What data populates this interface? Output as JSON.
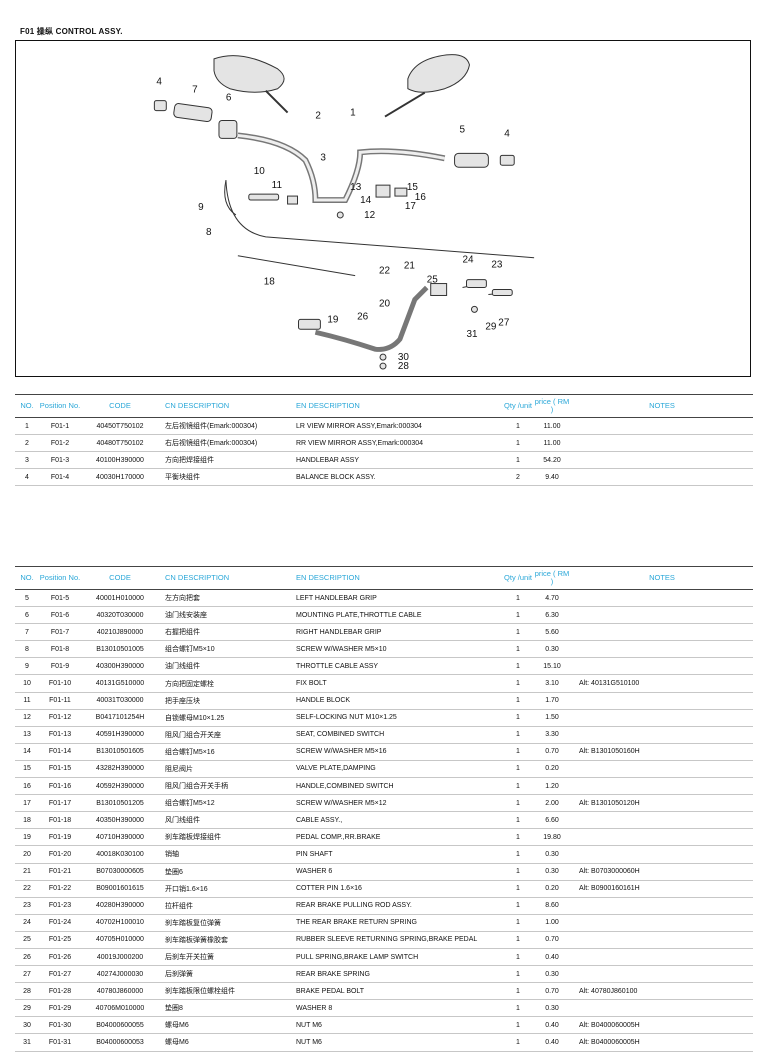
{
  "title": "F01 操纵 CONTROL ASSY.",
  "diagram_labels": [
    "1",
    "2",
    "3",
    "4",
    "4",
    "5",
    "6",
    "7",
    "8",
    "9",
    "10",
    "11",
    "12",
    "13",
    "14",
    "15",
    "16",
    "17",
    "18",
    "19",
    "20",
    "21",
    "22",
    "23",
    "24",
    "25",
    "26",
    "27",
    "28",
    "29",
    "30",
    "31"
  ],
  "headers": {
    "no": "NO.",
    "position": "Position No.",
    "code": "CODE",
    "cn": "CN DESCRIPTION",
    "en": "EN DESCRIPTION",
    "qty": "Qty /unit",
    "price": "price ( RM )",
    "notes": "NOTES"
  },
  "table1": [
    {
      "no": "1",
      "pos": "F01-1",
      "code": "40450T750102",
      "cn": "左后视镜组件(Emark:000304)",
      "en": "LR VIEW MIRROR ASSY,Emark:000304",
      "qty": "1",
      "price": "11.00",
      "notes": ""
    },
    {
      "no": "2",
      "pos": "F01-2",
      "code": "40480T750102",
      "cn": "右后视镜组件(Emark:000304)",
      "en": "RR VIEW MIRROR ASSY,Emark:000304",
      "qty": "1",
      "price": "11.00",
      "notes": ""
    },
    {
      "no": "3",
      "pos": "F01-3",
      "code": "40100H390000",
      "cn": "方向把焊接组件",
      "en": "HANDLEBAR ASSY",
      "qty": "1",
      "price": "54.20",
      "notes": ""
    },
    {
      "no": "4",
      "pos": "F01-4",
      "code": "40030H170000",
      "cn": "平衡块组件",
      "en": "BALANCE BLOCK ASSY.",
      "qty": "2",
      "price": "9.40",
      "notes": ""
    }
  ],
  "table2": [
    {
      "no": "5",
      "pos": "F01-5",
      "code": "40001H010000",
      "cn": "左方向把套",
      "en": "LEFT HANDLEBAR GRIP",
      "qty": "1",
      "price": "4.70",
      "notes": ""
    },
    {
      "no": "6",
      "pos": "F01-6",
      "code": "40320T030000",
      "cn": "油门线安装座",
      "en": "MOUNTING PLATE,THROTTLE CABLE",
      "qty": "1",
      "price": "6.30",
      "notes": ""
    },
    {
      "no": "7",
      "pos": "F01-7",
      "code": "40210J890000",
      "cn": "右握把组件",
      "en": "RIGHT HANDLEBAR GRIP",
      "qty": "1",
      "price": "5.60",
      "notes": ""
    },
    {
      "no": "8",
      "pos": "F01-8",
      "code": "B13010501005",
      "cn": "组合螺钉M5×10",
      "en": "SCREW W/WASHER M5×10",
      "qty": "1",
      "price": "0.30",
      "notes": ""
    },
    {
      "no": "9",
      "pos": "F01-9",
      "code": "40300H390000",
      "cn": "油门线组件",
      "en": "THROTTLE CABLE ASSY",
      "qty": "1",
      "price": "15.10",
      "notes": ""
    },
    {
      "no": "10",
      "pos": "F01-10",
      "code": "40131G510000",
      "cn": "方向把固定螺栓",
      "en": "FIX BOLT",
      "qty": "1",
      "price": "3.10",
      "notes": "Alt: 40131G510100"
    },
    {
      "no": "11",
      "pos": "F01-11",
      "code": "40031T030000",
      "cn": "把手座压块",
      "en": "HANDLE BLOCK",
      "qty": "1",
      "price": "1.70",
      "notes": ""
    },
    {
      "no": "12",
      "pos": "F01-12",
      "code": "B0417101254H",
      "cn": "自锁螺母M10×1.25",
      "en": "SELF-LOCKING NUT M10×1.25",
      "qty": "1",
      "price": "1.50",
      "notes": ""
    },
    {
      "no": "13",
      "pos": "F01-13",
      "code": "40591H390000",
      "cn": "阻风门组合开关座",
      "en": "SEAT, COMBINED SWITCH",
      "qty": "1",
      "price": "3.30",
      "notes": ""
    },
    {
      "no": "14",
      "pos": "F01-14",
      "code": "B13010501605",
      "cn": "组合螺钉M5×16",
      "en": "SCREW W/WASHER M5×16",
      "qty": "1",
      "price": "0.70",
      "notes": "Alt: B1301050160H"
    },
    {
      "no": "15",
      "pos": "F01-15",
      "code": "43282H390000",
      "cn": "阻尼阀片",
      "en": "VALVE PLATE,DAMPING",
      "qty": "1",
      "price": "0.20",
      "notes": ""
    },
    {
      "no": "16",
      "pos": "F01-16",
      "code": "40592H390000",
      "cn": "阻风门组合开关手柄",
      "en": "HANDLE,COMBINED SWITCH",
      "qty": "1",
      "price": "1.20",
      "notes": ""
    },
    {
      "no": "17",
      "pos": "F01-17",
      "code": "B13010501205",
      "cn": "组合螺钉M5×12",
      "en": "SCREW W/WASHER M5×12",
      "qty": "1",
      "price": "2.00",
      "notes": "Alt: B1301050120H"
    },
    {
      "no": "18",
      "pos": "F01-18",
      "code": "40350H390000",
      "cn": "风门线组件",
      "en": "CABLE ASSY.,",
      "qty": "1",
      "price": "6.60",
      "notes": ""
    },
    {
      "no": "19",
      "pos": "F01-19",
      "code": "40710H390000",
      "cn": "刹车踏板焊接组件",
      "en": "PEDAL COMP.,RR.BRAKE",
      "qty": "1",
      "price": "19.80",
      "notes": ""
    },
    {
      "no": "20",
      "pos": "F01-20",
      "code": "40018K030100",
      "cn": "销轴",
      "en": "PIN SHAFT",
      "qty": "1",
      "price": "0.30",
      "notes": ""
    },
    {
      "no": "21",
      "pos": "F01-21",
      "code": "B07030000605",
      "cn": "垫圈6",
      "en": "WASHER 6",
      "qty": "1",
      "price": "0.30",
      "notes": "Alt: B0703000060H"
    },
    {
      "no": "22",
      "pos": "F01-22",
      "code": "B09001601615",
      "cn": "开口销1.6×16",
      "en": "COTTER PIN 1.6×16",
      "qty": "1",
      "price": "0.20",
      "notes": "Alt: B0900160161H"
    },
    {
      "no": "23",
      "pos": "F01-23",
      "code": "40280H390000",
      "cn": "拉杆组件",
      "en": "REAR BRAKE PULLING ROD ASSY.",
      "qty": "1",
      "price": "8.60",
      "notes": ""
    },
    {
      "no": "24",
      "pos": "F01-24",
      "code": "40702H100010",
      "cn": "刹车踏板复位弹簧",
      "en": "THE REAR BRAKE RETURN SPRING",
      "qty": "1",
      "price": "1.00",
      "notes": ""
    },
    {
      "no": "25",
      "pos": "F01-25",
      "code": "40705H010000",
      "cn": "刹车踏板弹簧橡胶套",
      "en": "RUBBER SLEEVE RETURNING SPRING,BRAKE PEDAL",
      "qty": "1",
      "price": "0.70",
      "notes": ""
    },
    {
      "no": "26",
      "pos": "F01-26",
      "code": "40019J000200",
      "cn": "后刹车开关拉簧",
      "en": "PULL SPRING,BRAKE LAMP SWITCH",
      "qty": "1",
      "price": "0.40",
      "notes": ""
    },
    {
      "no": "27",
      "pos": "F01-27",
      "code": "40274J000030",
      "cn": "后刹弹簧",
      "en": "REAR BRAKE SPRING",
      "qty": "1",
      "price": "0.30",
      "notes": ""
    },
    {
      "no": "28",
      "pos": "F01-28",
      "code": "40780J860000",
      "cn": "刹车踏板限位螺栓组件",
      "en": "BRAKE PEDAL BOLT",
      "qty": "1",
      "price": "0.70",
      "notes": "Alt: 40780J860100"
    },
    {
      "no": "29",
      "pos": "F01-29",
      "code": "40706M010000",
      "cn": "垫圈8",
      "en": "WASHER 8",
      "qty": "1",
      "price": "0.30",
      "notes": ""
    },
    {
      "no": "30",
      "pos": "F01-30",
      "code": "B04000600055",
      "cn": "螺母M6",
      "en": "NUT M6",
      "qty": "1",
      "price": "0.40",
      "notes": "Alt: B0400060005H"
    },
    {
      "no": "31",
      "pos": "F01-31",
      "code": "B04000600053",
      "cn": "螺母M6",
      "en": "NUT M6",
      "qty": "1",
      "price": "0.40",
      "notes": "Alt: B0400060005H"
    }
  ]
}
